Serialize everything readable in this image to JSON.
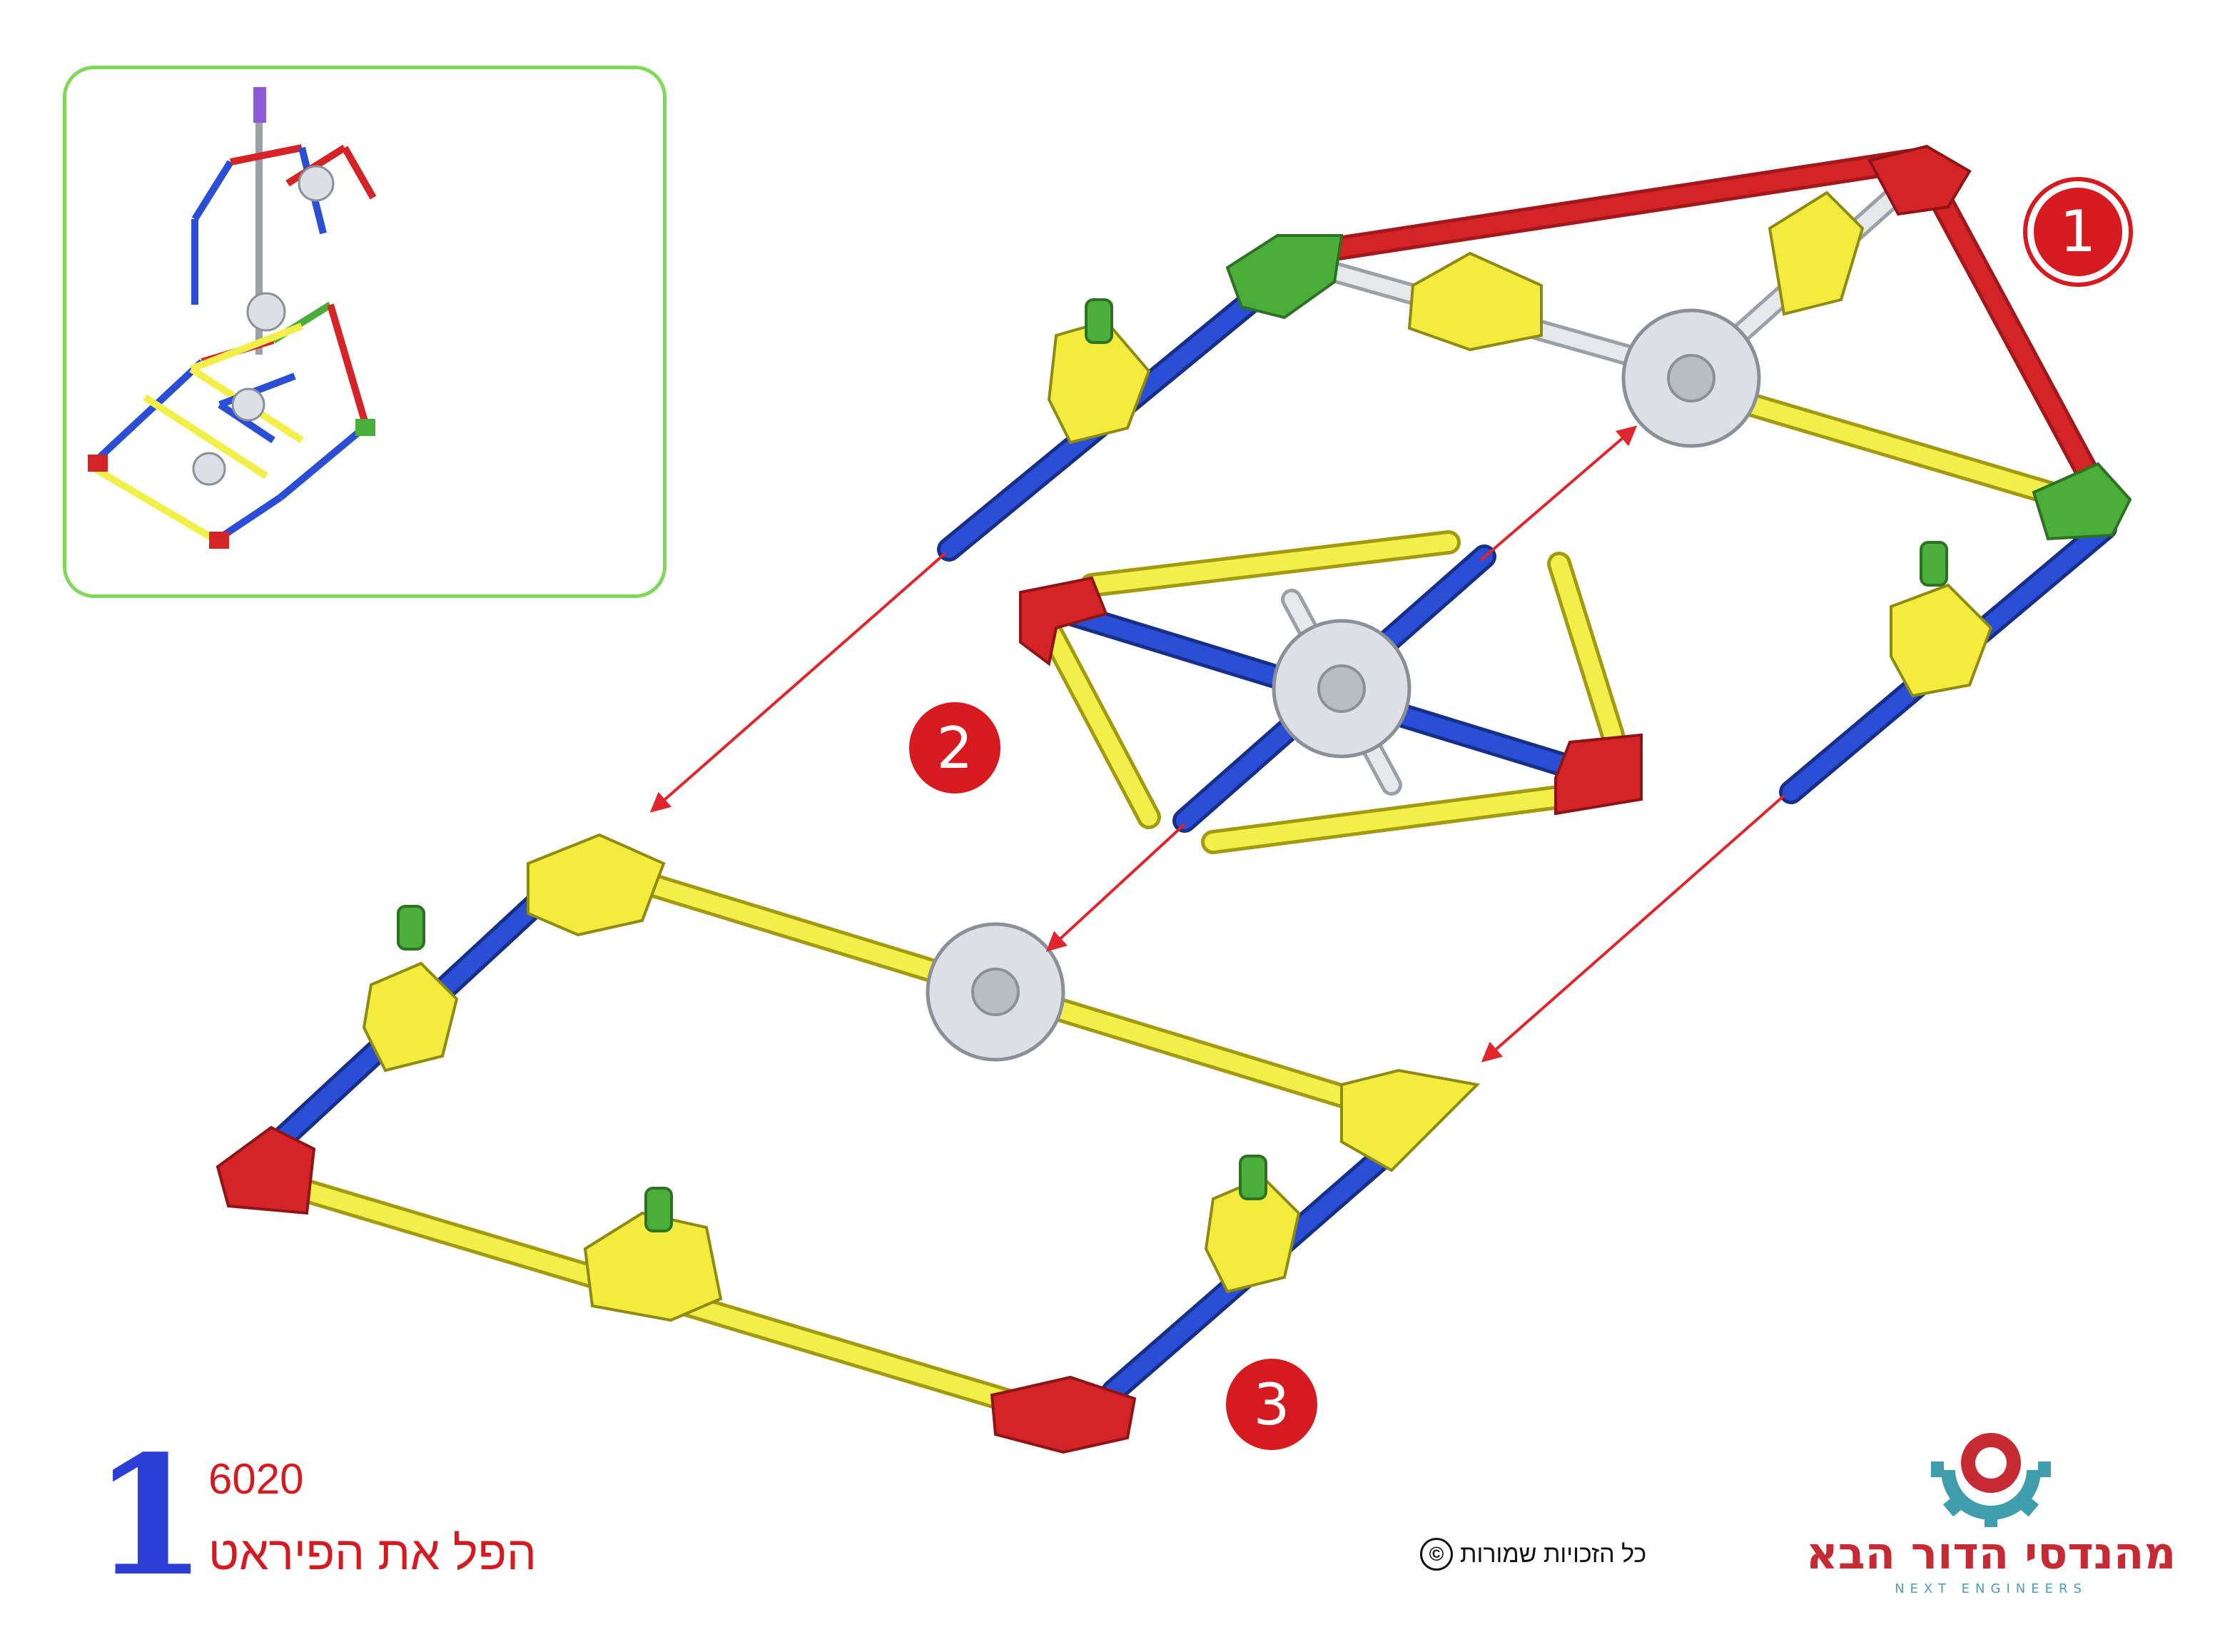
{
  "page": {
    "page_number": "1",
    "model_number": "6020",
    "model_title": "הפל את הפיראט"
  },
  "steps": [
    {
      "label": "1"
    },
    {
      "label": "2"
    },
    {
      "label": "3"
    }
  ],
  "footer": {
    "copyright_symbol": "©",
    "copyright_text": "כל הזכויות שמורות"
  },
  "logo": {
    "name": "מהנדסי הדור הבא",
    "subtitle": "NEXT ENGINEERS"
  },
  "colors": {
    "red_rod": "#d42428",
    "blue_rod": "#2a4fd6",
    "yellow_rod": "#f2ee4a",
    "white_rod": "#e6e8ec",
    "green_connector": "#4cae3a",
    "red_connector": "#d42428",
    "yellow_connector": "#f3ec3f",
    "white_connector": "#dcdfe4",
    "arrow": "#e0262c",
    "badge": "#d71920",
    "preview_border": "#7ed957",
    "page_number": "#2b3fd6"
  }
}
